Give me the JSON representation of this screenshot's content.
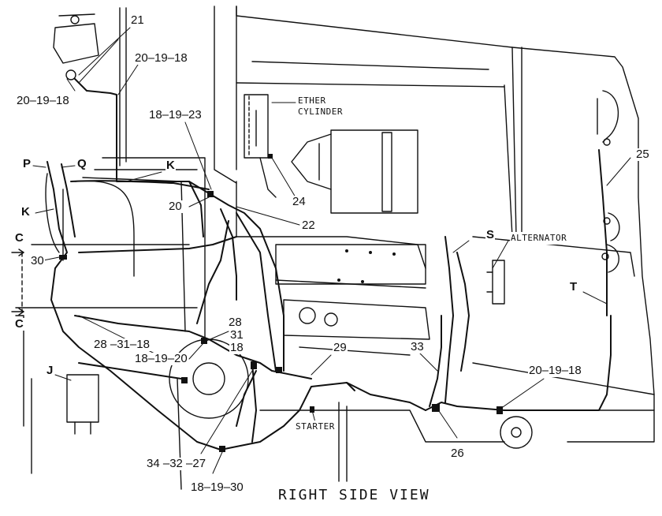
{
  "caption": "RIGHT SIDE VIEW",
  "components": {
    "ether_line1": "ETHER",
    "ether_line2": "CYLINDER",
    "alternator": "ALTERNATOR",
    "starter": "STARTER"
  },
  "callouts": {
    "c21": "21",
    "c20_19_18_top": "20–19–18",
    "c20_19_18_left": "20–19–18",
    "c18_19_23": "18–19–23",
    "cP": "P",
    "cQ": "Q",
    "cK_top": "K",
    "cK_left": "K",
    "c20": "20",
    "c24": "24",
    "c22": "22",
    "cC_top": "C",
    "cC_bottom": "C",
    "c30": "30",
    "cS": "S",
    "c25": "25",
    "cT": "T",
    "c28_stack_a": "28",
    "c28_stack_b": "31",
    "c28_stack_c": "18",
    "c28_31_18": "28 –31–18",
    "c18_19_20": "18–19–20",
    "c29": "29",
    "c33": "33",
    "c20_19_18_right": "20–19–18",
    "cJ": "J",
    "c26": "26",
    "c34_32_27": "34 –32 –27",
    "c18_19_30": "18–19–30"
  }
}
